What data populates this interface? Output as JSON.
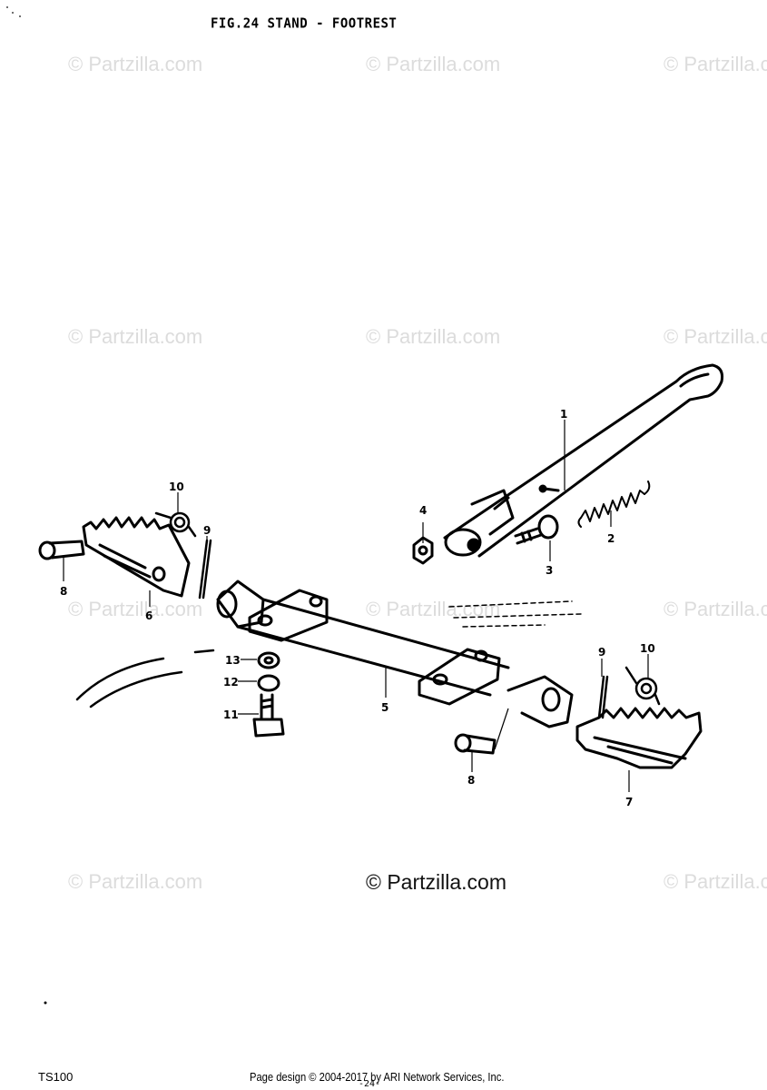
{
  "header": {
    "figure_title": "FIG.24  STAND - FOOTREST"
  },
  "watermarks": {
    "repeat_text": "© Partzilla.com",
    "main_text": "© Partzilla.com"
  },
  "callouts": {
    "c1": "1",
    "c2": "2",
    "c3": "3",
    "c4": "4",
    "c5": "5",
    "c6": "6",
    "c7": "7",
    "c8a": "8",
    "c8b": "8",
    "c9a": "9",
    "c9b": "9",
    "c10a": "10",
    "c10b": "10",
    "c11": "11",
    "c12": "12",
    "c13": "13"
  },
  "footer": {
    "model": "TS100",
    "credit": "Page design © 2004-2017 by ARI Network Services, Inc.",
    "page_number": "-24-"
  },
  "colors": {
    "ink": "#000000",
    "watermark": "#dcdcdc",
    "background": "#ffffff"
  }
}
